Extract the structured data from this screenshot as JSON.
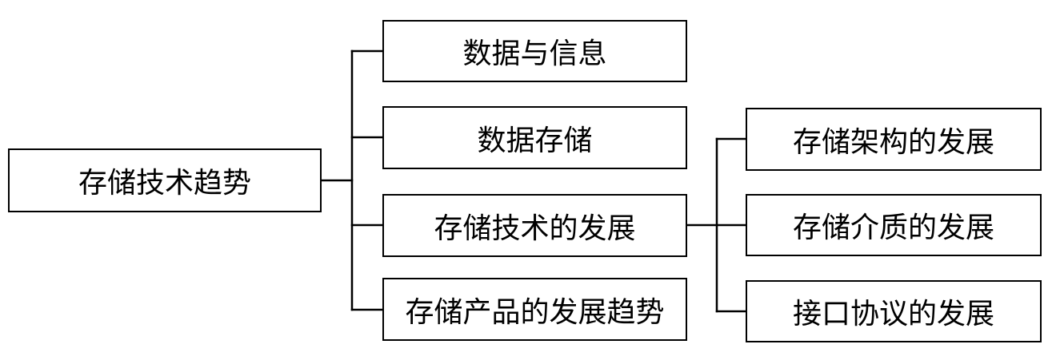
{
  "diagram": {
    "root": {
      "label": "存储技术趋势"
    },
    "children": [
      {
        "label": "数据与信息"
      },
      {
        "label": "数据存储"
      },
      {
        "label": "存储技术的发展"
      },
      {
        "label": "存储产品的发展趋势"
      }
    ],
    "grandchildren": [
      {
        "label": "存储架构的发展"
      },
      {
        "label": "存储介质的发展"
      },
      {
        "label": "接口协议的发展"
      }
    ],
    "colors": {
      "line": "#000000",
      "background": "#ffffff",
      "text": "#000000"
    }
  }
}
